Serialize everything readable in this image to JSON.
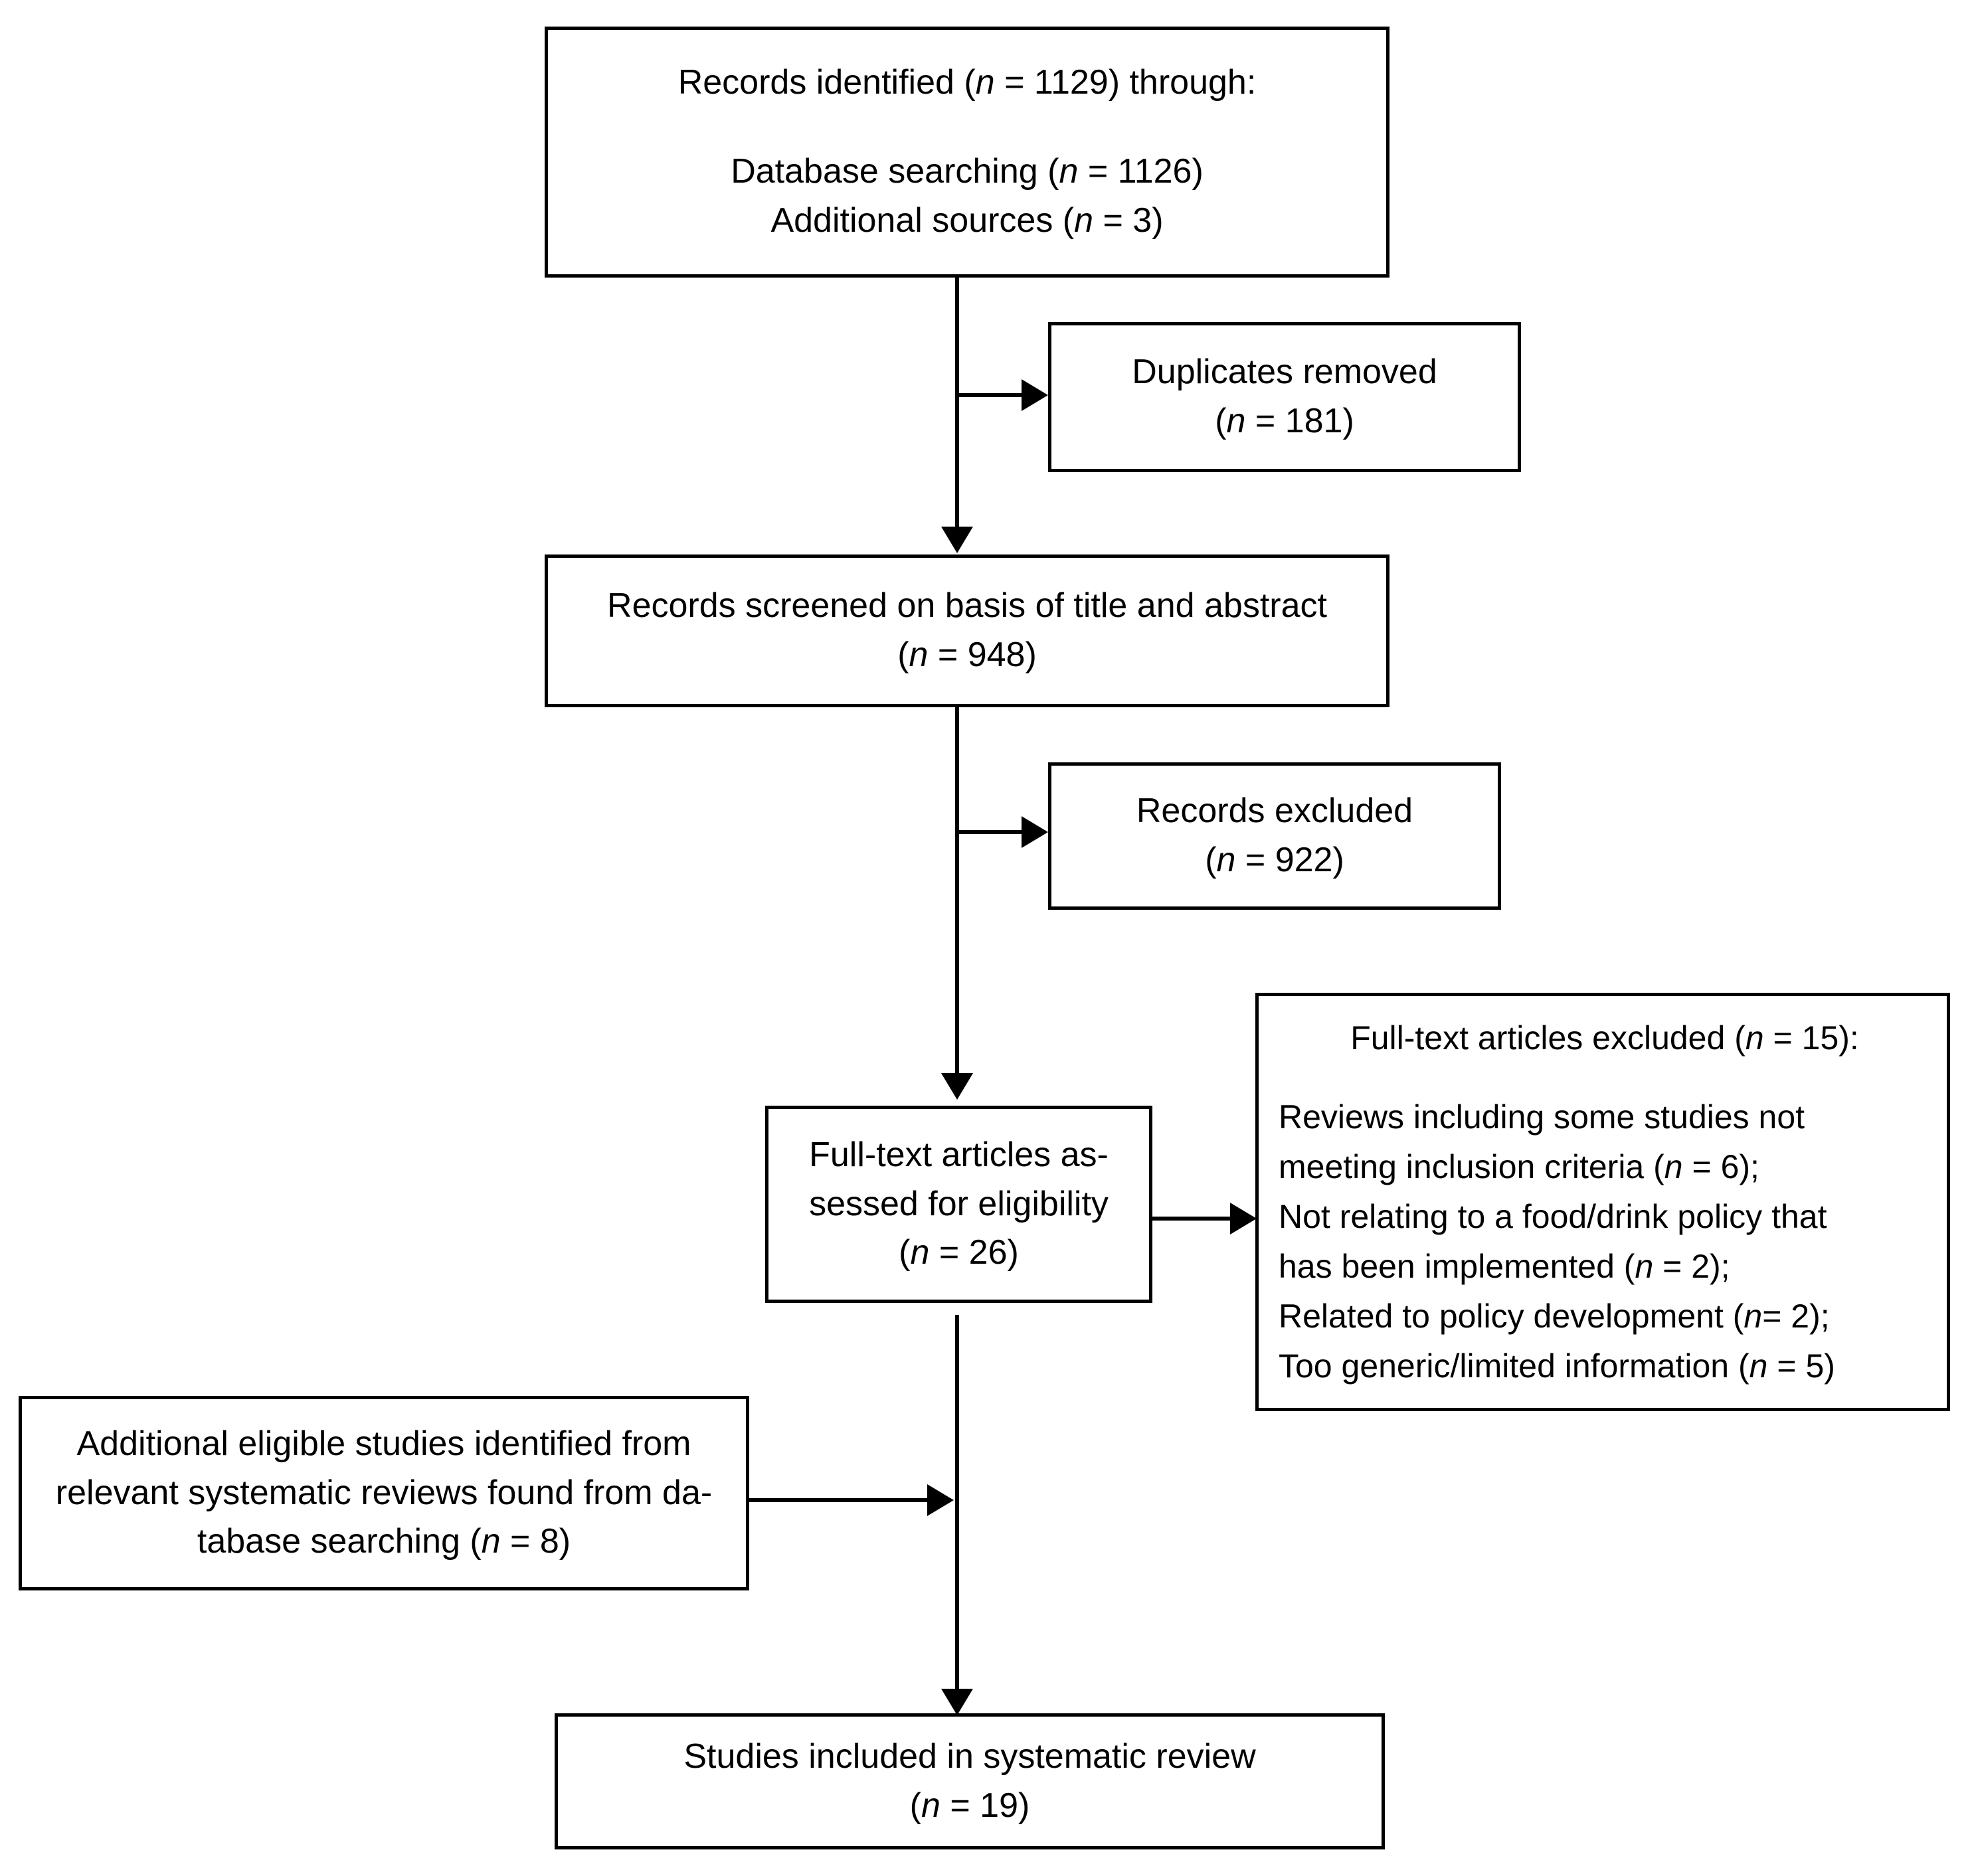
{
  "diagram": {
    "type": "prisma-flow-diagram",
    "title": "PRISMA study selection flow diagram",
    "stroke_color": "#000000",
    "background_color": "#ffffff"
  },
  "nodes": {
    "identified": {
      "id": "records-identified",
      "lines": [
        "Records identified (n = 1129) through:",
        "Database searching (n = 1126)",
        "Additional sources (n = 3)"
      ],
      "line1_pre": "Records identified (",
      "line1_n": "n",
      "line1_post": " = 1129) through:",
      "line2_pre": "Database searching (",
      "line2_n": "n",
      "line2_post": " = 1126)",
      "line3_pre": "Additional sources (",
      "line3_n": "n",
      "line3_post": " = 3)",
      "count": 1129,
      "database_searching": 1126,
      "additional_sources": 3
    },
    "duplicates": {
      "id": "duplicates-removed",
      "line1": "Duplicates removed",
      "line2_pre": "(",
      "line2_n": "n",
      "line2_post": " = 181)",
      "count": 181
    },
    "screened": {
      "id": "records-screened",
      "line1": "Records screened on basis of title and abstract",
      "line2_pre": "(",
      "line2_n": "n",
      "line2_post": " = 948)",
      "count": 948
    },
    "excluded_screen": {
      "id": "records-excluded",
      "line1": "Records excluded",
      "line2_pre": "(",
      "line2_n": "n",
      "line2_post": " = 922)",
      "count": 922
    },
    "fulltext_assessed": {
      "id": "full-text-assessed",
      "line1": "Full-text articles as-",
      "line2": "sessed for eligibility",
      "line3_pre": "(",
      "line3_n": "n",
      "line3_post": " = 26)",
      "count": 26
    },
    "fulltext_excluded": {
      "id": "full-text-excluded",
      "heading_pre": "Full-text articles excluded (",
      "heading_n": "n",
      "heading_post": " = 15):",
      "count": 15,
      "reasons": [
        {
          "text_a": "Reviews including some studies not",
          "text_b": "meeting inclusion criteria (",
          "n": "n",
          "text_c": " = 6);",
          "value": 6
        },
        {
          "text_a": "Not relating to a food/drink policy that",
          "text_b": "has been implemented (",
          "n": "n",
          "text_c": " = 2);",
          "value": 2
        },
        {
          "text_a": "",
          "text_b": "Related to policy development (",
          "n": "n",
          "text_c": "= 2);",
          "value": 2
        },
        {
          "text_a": "",
          "text_b": "Too generic/limited information (",
          "n": "n",
          "text_c": " = 5)",
          "value": 5
        }
      ]
    },
    "additional_reviews": {
      "id": "additional-eligible-studies",
      "line1": "Additional eligible studies identified from",
      "line2": "relevant systematic reviews found from da-",
      "line3_pre": "tabase searching (",
      "line3_n": "n",
      "line3_post": " = 8)",
      "count": 8
    },
    "included": {
      "id": "studies-included",
      "line1": "Studies included in systematic review",
      "line2_pre": "(",
      "line2_n": "n",
      "line2_post": " = 19)",
      "count": 19
    }
  },
  "edges": [
    {
      "from": "records-identified",
      "to": "duplicates-removed",
      "direction": "right"
    },
    {
      "from": "records-identified",
      "to": "records-screened",
      "direction": "down"
    },
    {
      "from": "records-screened",
      "to": "records-excluded",
      "direction": "right"
    },
    {
      "from": "records-screened",
      "to": "full-text-assessed",
      "direction": "down"
    },
    {
      "from": "full-text-assessed",
      "to": "full-text-excluded",
      "direction": "right"
    },
    {
      "from": "additional-eligible-studies",
      "to": "studies-included",
      "direction": "right"
    },
    {
      "from": "full-text-assessed",
      "to": "studies-included",
      "direction": "down"
    }
  ]
}
